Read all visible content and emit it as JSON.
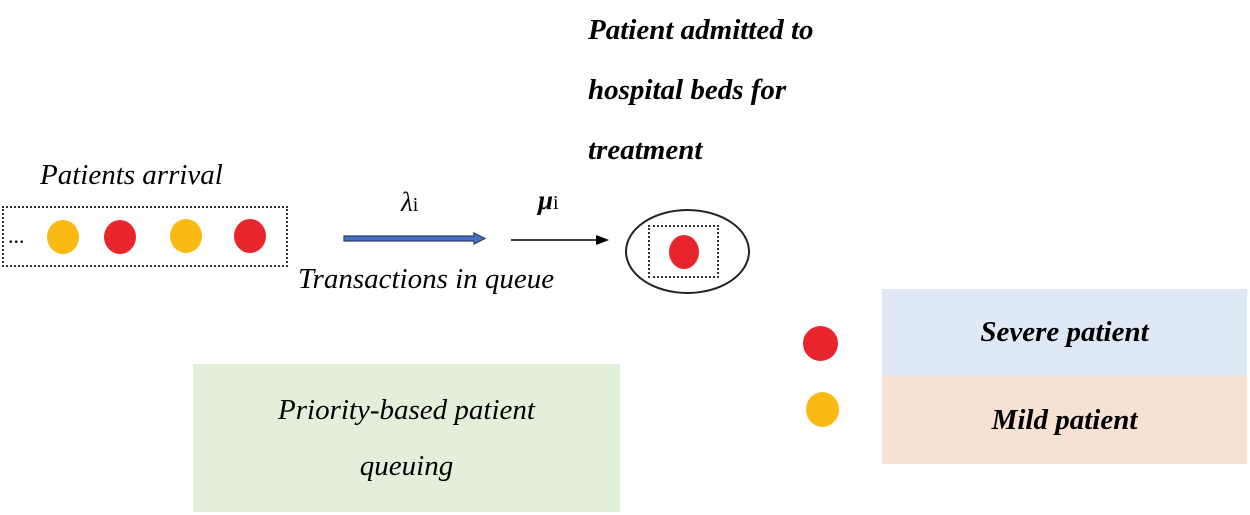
{
  "admitted": {
    "lines": [
      "Patient admitted to",
      "hospital beds for",
      "treatment"
    ]
  },
  "arrival_label": "Patients arrival",
  "queue": {
    "ellipsis": "...",
    "patients": [
      "mild",
      "severe",
      "mild",
      "severe"
    ]
  },
  "rates": {
    "arrival_rate": "λ",
    "arrival_subscript": "i",
    "service_rate": "μ",
    "service_subscript": "i"
  },
  "transactions_label": "Transactions in queue",
  "priority_label": {
    "lines": [
      "Priority-based patient",
      "queuing"
    ]
  },
  "legend": {
    "severe": "Severe patient",
    "mild": "Mild patient"
  },
  "colors": {
    "severe": "#e8252a",
    "mild": "#fbb913",
    "arrow_fill": "#4472c4",
    "priority_bg": "#e2efda",
    "severe_bg": "#dee9f5",
    "mild_bg": "#f7e1d3"
  }
}
